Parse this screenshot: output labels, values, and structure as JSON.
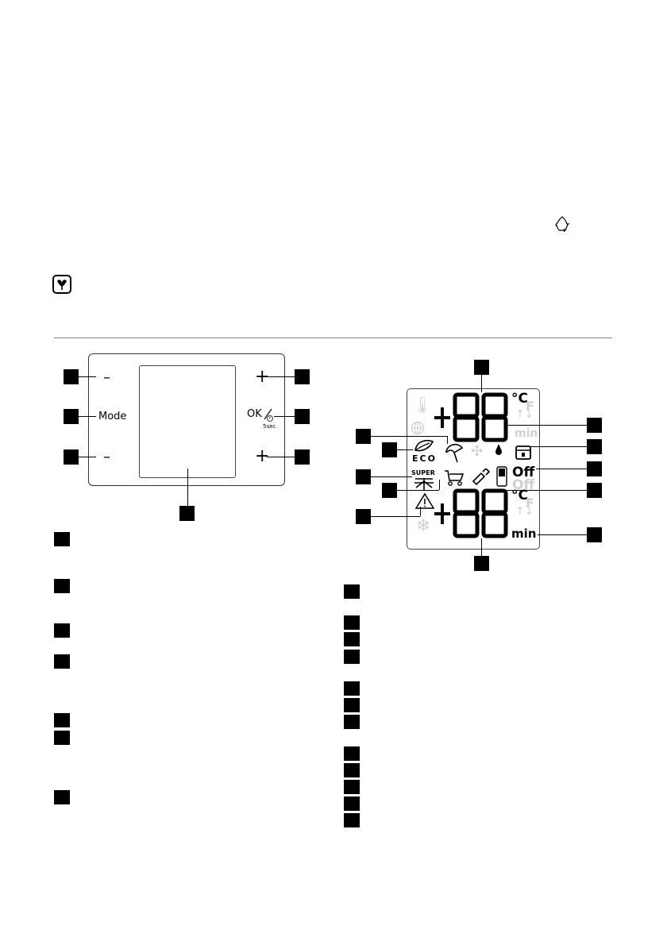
{
  "control_panel": {
    "button_minus_top": "–",
    "button_mode": "Mode",
    "button_minus_bottom": "–",
    "button_plus_top": "+",
    "button_ok": "OK",
    "button_ok_sub": "5sec",
    "button_plus_bottom": "+"
  },
  "display": {
    "temp_unit_top": "°C",
    "temp_unit_top_ghost": "F",
    "ghost_min_top": "min",
    "eco_label": "ECO",
    "super_label": "SUPER",
    "off_label": "Off",
    "off_label_ghost": "Off",
    "temp_unit_bottom": "°C",
    "temp_unit_bottom_ghost": "F",
    "min_label": "min"
  },
  "icons": {
    "recycle": "recycle-icon",
    "environment": "environment-icon"
  }
}
